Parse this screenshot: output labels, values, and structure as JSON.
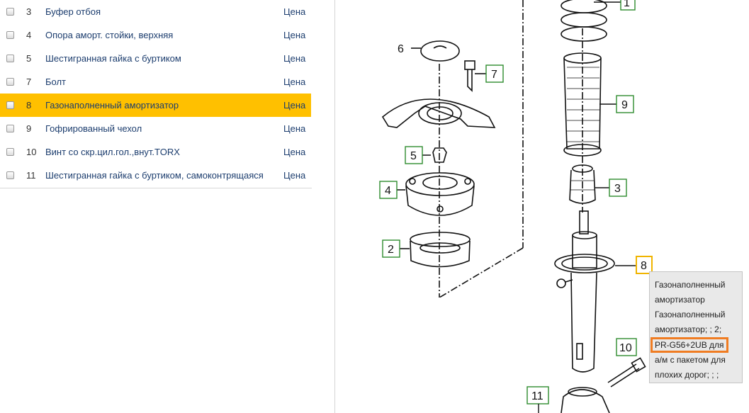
{
  "parts": {
    "items": [
      {
        "num": "3",
        "name": "Буфер отбоя",
        "price": "Цена",
        "selected": false
      },
      {
        "num": "4",
        "name": "Опора аморт. стойки, верхняя",
        "price": "Цена",
        "selected": false
      },
      {
        "num": "5",
        "name": "Шестигранная гайка с буртиком",
        "price": "Цена",
        "selected": false
      },
      {
        "num": "7",
        "name": "Болт",
        "price": "Цена",
        "selected": false
      },
      {
        "num": "8",
        "name": "Газонаполненный амортизатор",
        "price": "Цена",
        "selected": true
      },
      {
        "num": "9",
        "name": "Гофрированный чехол",
        "price": "Цена",
        "selected": false
      },
      {
        "num": "10",
        "name": "Винт со скр.цил.гол.,внут.TORX",
        "price": "Цена",
        "selected": false
      },
      {
        "num": "11",
        "name": "Шестигранная гайка с буртиком, самоконтрящаяся",
        "price": "Цена",
        "selected": false
      }
    ]
  },
  "diagram": {
    "callouts": {
      "c1": "1",
      "c2": "2",
      "c3": "3",
      "c4": "4",
      "c5": "5",
      "c6": "6",
      "c7": "7",
      "c8": "8",
      "c9": "9",
      "c10": "10",
      "c11": "11"
    },
    "colors": {
      "callout_box": "#2e8b2e",
      "callout_active": "#f0b400"
    }
  },
  "tooltip": {
    "line1": "Газонаполненный",
    "line2": "амортизатор",
    "line3": "Газонаполненный",
    "line4": "амортизатор; ; 2;",
    "highlight": "PR-G56+2UB для",
    "line6": "а/м с пакетом для",
    "line7": "плохих дорог; ; ;",
    "highlight_color": "#f07c22"
  }
}
